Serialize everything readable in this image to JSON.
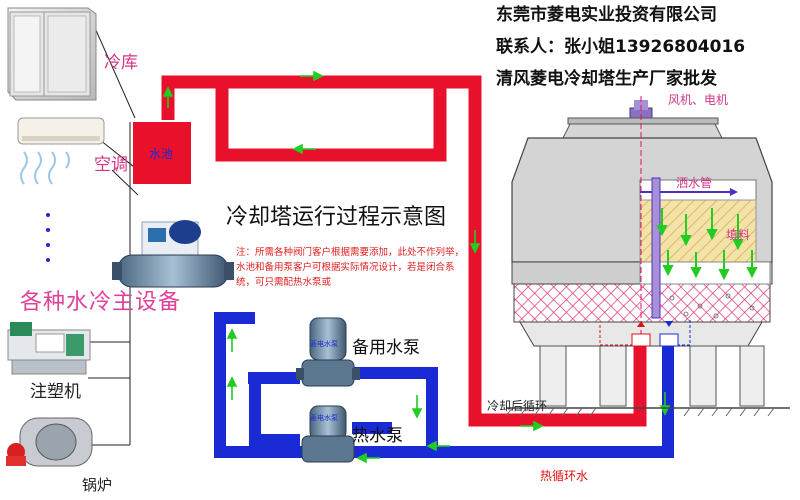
{
  "header": {
    "company": "东莞市菱电实业投资有限公司",
    "contact": "联系人：张小姐13926804016",
    "slogan": "清风菱电冷却塔生产厂家批发"
  },
  "title": "冷却塔运行过程示意图",
  "note": "注：所需各种阀门客户根据需要添加，此处不作列举，水池和备用泵客户可根据实际情况设计，若是闭合系统，可只需配热水泵或",
  "equipment": {
    "cold_storage": "冷库",
    "air_conditioner": "空调",
    "main_equipment": "各种水冷主设备",
    "injection_molding": "注塑机",
    "boiler": "锅炉",
    "water_tank": "水池",
    "dots": "⋮"
  },
  "pumps": {
    "backup": "备用水泵",
    "hot_water": "热水泵",
    "nameplate": "菱电水泵"
  },
  "tower": {
    "fan_motor": "风机、电机",
    "spray_pipe": "洒水管",
    "fill": "填料",
    "return_loop": "冷却后循环",
    "hot_loop": "热循环水"
  },
  "colors": {
    "cold_pipe": "#e8102a",
    "hot_pipe": "#1a2bd6",
    "flow_arrow": "#22cc22",
    "fill": "#f3e3a8",
    "basin": "#ff9fc6"
  }
}
